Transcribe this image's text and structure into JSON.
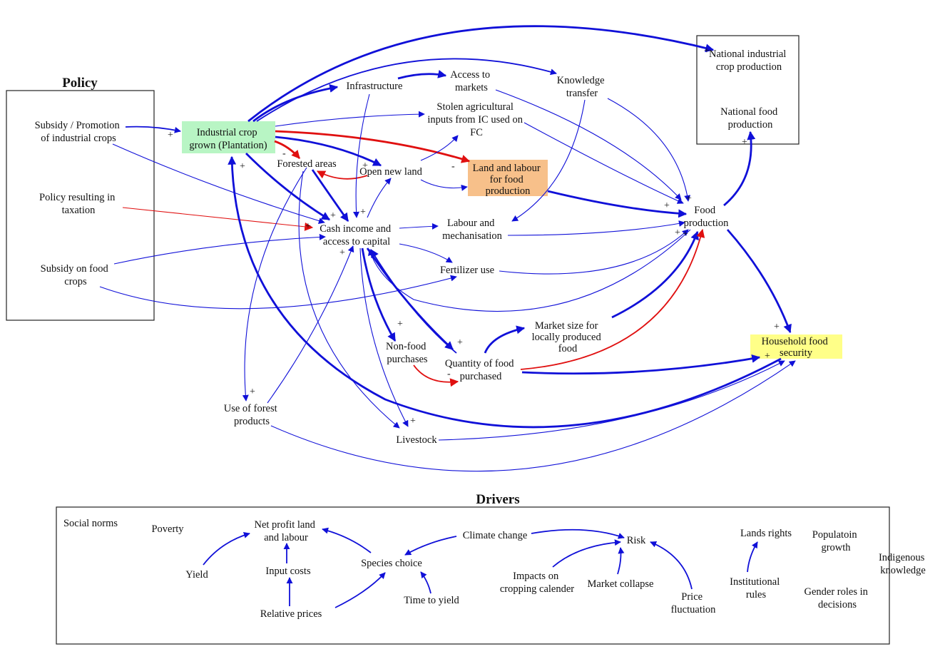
{
  "headers": {
    "policy": "Policy",
    "drivers": "Drivers"
  },
  "nodes": {
    "national_industrial": [
      "National industrial",
      "crop production"
    ],
    "national_food": [
      "National food",
      "production"
    ],
    "subsidy_promotion": [
      "Subsidy / Promotion",
      "of industrial crops"
    ],
    "industrial_crop": [
      "Industrial crop",
      "grown (Plantation)"
    ],
    "infrastructure": [
      "Infrastructure"
    ],
    "access_markets": [
      "Access to",
      "markets"
    ],
    "knowledge_transfer": [
      "Knowledge",
      "transfer"
    ],
    "stolen_inputs": [
      "Stolen agricultural",
      "inputs from IC used on",
      "FC"
    ],
    "forested_areas": [
      "Forested areas"
    ],
    "open_new_land": [
      "Open new land"
    ],
    "land_labour": [
      "Land and labour",
      "for food",
      "production"
    ],
    "policy_taxation": [
      "Policy resulting in",
      "taxation"
    ],
    "cash_income": [
      "Cash income and",
      "access to capital"
    ],
    "labour_mech": [
      "Labour and",
      "mechanisation"
    ],
    "food_production": [
      "Food",
      "production"
    ],
    "subsidy_food": [
      "Subsidy on food",
      "crops"
    ],
    "fertilizer": [
      "Fertilizer use"
    ],
    "non_food": [
      "Non-food",
      "purchases"
    ],
    "quantity_food": [
      "Quantity of food",
      "purchased"
    ],
    "market_size": [
      "Market size for",
      "locally produced",
      "food"
    ],
    "household_food": [
      "Household food",
      "security"
    ],
    "forest_products": [
      "Use of forest",
      "products"
    ],
    "livestock": [
      "Livestock"
    ]
  },
  "drivers": {
    "social_norms": [
      "Social norms"
    ],
    "poverty": [
      "Poverty"
    ],
    "net_profit": [
      "Net profit land",
      "and labour"
    ],
    "climate_change": [
      "Climate change"
    ],
    "risk": [
      "Risk"
    ],
    "lands_rights": [
      "Lands rights"
    ],
    "population_growth": [
      "Populatoin",
      "growth"
    ],
    "indigenous": [
      "Indigenous",
      "knowledge"
    ],
    "yield": [
      "Yield"
    ],
    "input_costs": [
      "Input costs"
    ],
    "species_choice": [
      "Species choice"
    ],
    "impacts_calendar": [
      "Impacts on",
      "cropping calender"
    ],
    "market_collapse": [
      "Market collapse"
    ],
    "institutional_rules": [
      "Institutional",
      "rules"
    ],
    "gender_roles": [
      "Gender roles in",
      "decisions"
    ],
    "time_to_yield": [
      "Time to yield"
    ],
    "price_fluctuation": [
      "Price",
      "fluctuation"
    ],
    "relative_prices": [
      "Relative prices"
    ]
  },
  "signs": {
    "plus": "+",
    "minus": "-"
  },
  "colors": {
    "positive_link": "#1010d8",
    "negative_link": "#e01010",
    "industrial_crop_fill": "#b8f5c4",
    "land_labour_fill": "#f7c08a",
    "household_food_fill": "#ffff88"
  }
}
